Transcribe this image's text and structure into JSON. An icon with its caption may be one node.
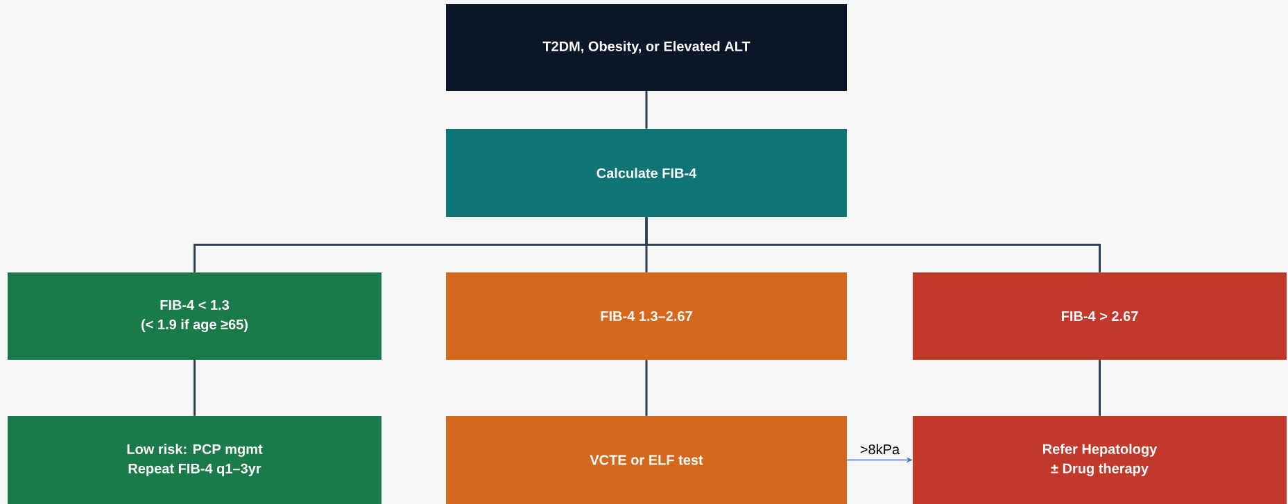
{
  "diagram": {
    "nodes": [
      {
        "text": [
          "T2DM, Obesity, or Elevated ALT"
        ]
      },
      {
        "text": [
          "Calculate FIB-4"
        ]
      },
      {
        "text": [
          "FIB-4 < 1.3",
          "(< 1.9 if age ≥65)"
        ]
      },
      {
        "text": [
          "FIB-4 1.3–2.67"
        ]
      },
      {
        "text": [
          "FIB-4 > 2.67"
        ]
      },
      {
        "text": [
          "Low risk: PCP mgmt",
          "Repeat FIB-4 q1–3yr"
        ]
      },
      {
        "text": [
          "VCTE or ELF test"
        ]
      },
      {
        "text": [
          "Refer Hepatology",
          "± Drug therapy"
        ]
      }
    ],
    "edges": [
      {
        "from": 0,
        "to": 1,
        "arrow": "none"
      },
      {
        "from": 1,
        "to": 2,
        "arrow": "none"
      },
      {
        "from": 1,
        "to": 3,
        "arrow": "none"
      },
      {
        "from": 1,
        "to": 4,
        "arrow": "none"
      },
      {
        "from": 2,
        "to": 5,
        "arrow": "none"
      },
      {
        "from": 3,
        "to": 6,
        "arrow": "none"
      },
      {
        "from": 4,
        "to": 7,
        "arrow": "none"
      },
      {
        "from": 6,
        "to": 7,
        "arrow": "to",
        "label": ">8kPa",
        "color": "#4472c4"
      }
    ]
  }
}
